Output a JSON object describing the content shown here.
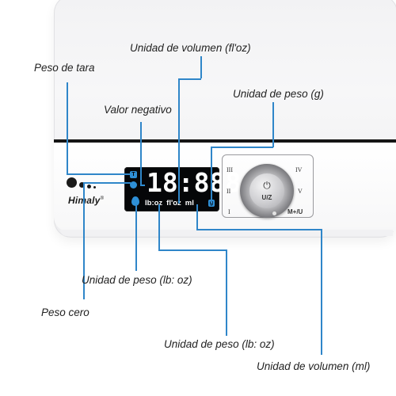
{
  "device": {
    "brand": "Himaly",
    "brand_mark": "®",
    "display": {
      "digits": "18:888",
      "tare_icon": "T",
      "units": [
        "lb:oz",
        "fl'oz",
        "ml"
      ],
      "gram_icon": "g"
    },
    "knob": {
      "power_symbol": "⏻",
      "label": "U/Z",
      "positions": [
        "III",
        "IV",
        "II",
        "V",
        "I",
        "M+/U"
      ]
    }
  },
  "annotations": {
    "volume_floz": "Unidad de volumen (fl'oz)",
    "tare": "Peso de tara",
    "weight_g": "Unidad de peso (g)",
    "negative": "Valor negativo",
    "weight_lboz_1": "Unidad de peso (lb: oz)",
    "zero": "Peso cero",
    "weight_lboz_2": "Unidad de peso (lb: oz)",
    "volume_ml": "Unidad de volumen (ml)"
  },
  "colors": {
    "leader": "#2f86c9",
    "lcd_background": "#050608",
    "lcd_accent": "#2e8fd6"
  },
  "icons": [
    "power-icon",
    "water-drop-icon",
    "tare-icon",
    "zero-icon",
    "gram-icon",
    "brand-logo-icon"
  ]
}
